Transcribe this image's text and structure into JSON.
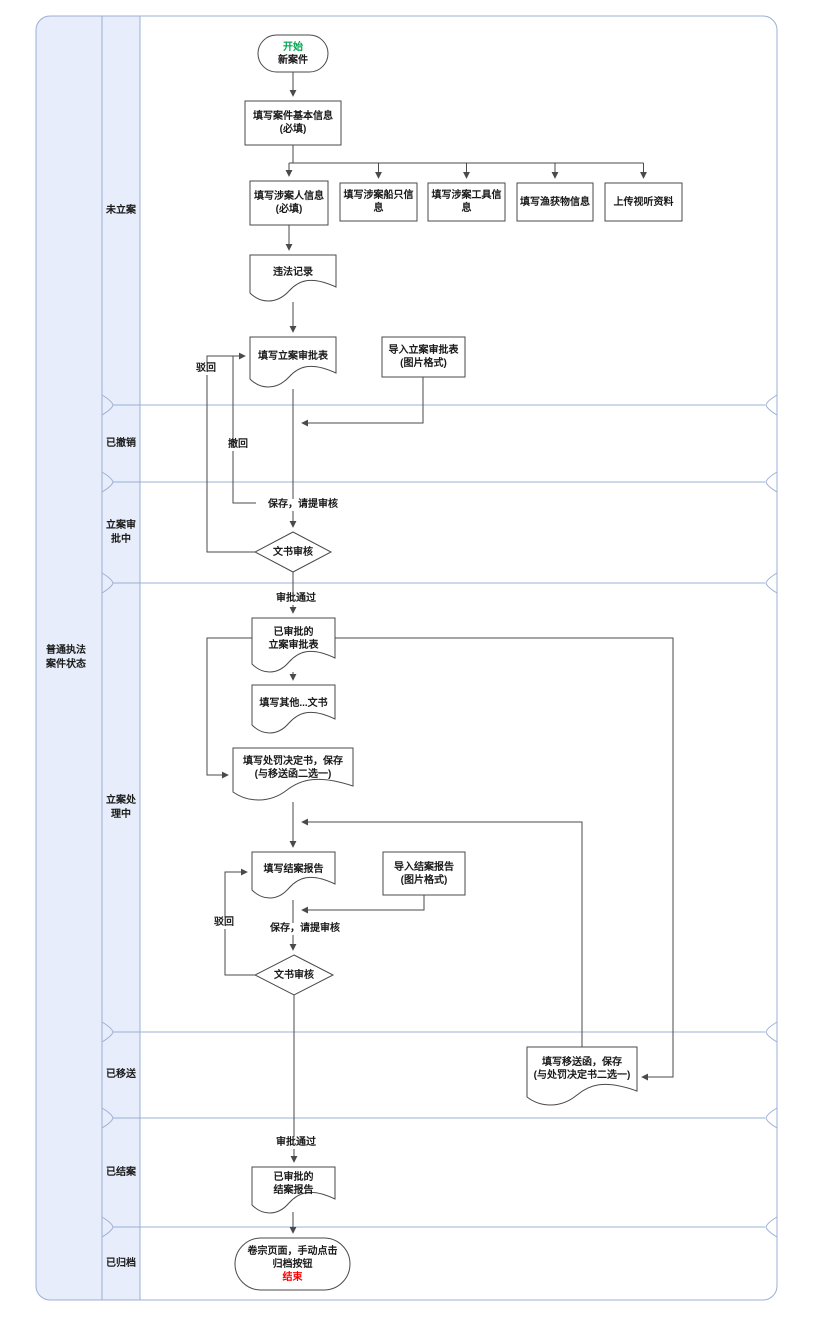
{
  "pool": {
    "label": "普通执法案件状态"
  },
  "lanes": [
    {
      "label": "未立案"
    },
    {
      "label": "已撤销"
    },
    {
      "label": "立案审批中"
    },
    {
      "label": "立案处理中"
    },
    {
      "label": "已移送"
    },
    {
      "label": "已结案"
    },
    {
      "label": "已归档"
    }
  ],
  "nodes": {
    "start": {
      "tag": "开始",
      "title": "新案件"
    },
    "basic_info": {
      "line1": "填写案件基本信息",
      "line2": "(必填)"
    },
    "person_info": {
      "line1": "填写涉案人信息",
      "line2": "(必填)"
    },
    "ship_info": {
      "label": "填写涉案船只信息"
    },
    "tool_info": {
      "label": "填写涉案工具信息"
    },
    "catch_info": {
      "label": "填写渔获物信息"
    },
    "media_upload": {
      "label": "上传视听资料"
    },
    "illegal_record": {
      "label": "违法记录"
    },
    "filing_form": {
      "label": "填写立案审批表"
    },
    "import_filing_form": {
      "line1": "导入立案审批表",
      "line2": "(图片格式)"
    },
    "doc_review_1": {
      "label": "文书审核"
    },
    "approved_filing_form": {
      "line1": "已审批的",
      "line2": "立案审批表"
    },
    "other_docs": {
      "label": "填写其他...文书"
    },
    "penalty_decision": {
      "line1": "填写处罚决定书，保存",
      "line2": "(与移送函二选一)"
    },
    "closing_report": {
      "label": "填写结案报告"
    },
    "import_closing_report": {
      "line1": "导入结案报告",
      "line2": "(图片格式)"
    },
    "doc_review_2": {
      "label": "文书审核"
    },
    "transfer_letter": {
      "line1": "填写移送函，保存",
      "line2": "(与处罚决定书二选一)"
    },
    "approved_closing_report": {
      "line1": "已审批的",
      "line2": "结案报告"
    },
    "end_node": {
      "line1": "卷宗页面，手动点击",
      "line2": "归档按钮",
      "line3": "结束"
    }
  },
  "edge_labels": {
    "reject_1": "驳回",
    "withdraw": "撤回",
    "save_submit_1": "保存，请提审核",
    "approved_1": "审批通过",
    "reject_2": "驳回",
    "save_submit_2": "保存，请提审核",
    "approved_2": "审批通过"
  },
  "colors": {
    "start_green": "#00a650",
    "end_red": "#ff0000",
    "lane_fill": "#e7edfa",
    "lane_stroke": "#9bb0d5",
    "line_color": "#4a4a4a"
  }
}
